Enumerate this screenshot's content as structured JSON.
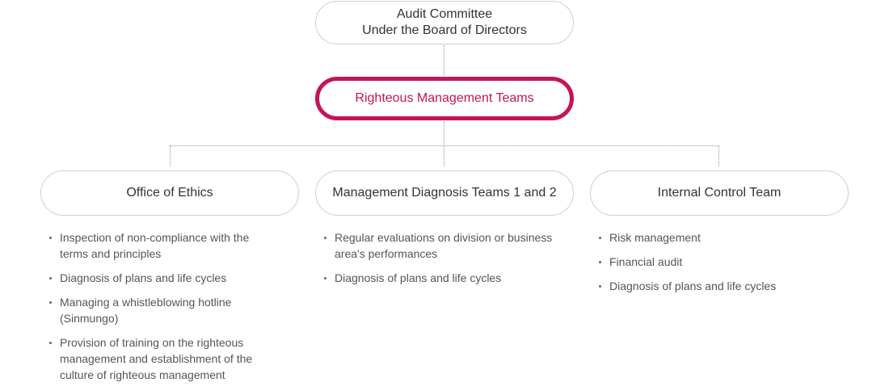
{
  "top": {
    "line1": "Audit Committee",
    "line2": "Under the Board of Directors"
  },
  "center": {
    "label": "Righteous Management Teams",
    "accent_color": "#c4145a"
  },
  "teams": [
    {
      "name": "Office of Ethics",
      "duties": [
        "Inspection of non-compliance with the terms and principles",
        "Diagnosis of plans and life cycles",
        "Managing a whistleblowing hotline (Sinmungo)",
        "Provision of training on the righteous management and establishment of the culture of righteous management"
      ]
    },
    {
      "name": "Management Diagnosis Teams 1 and 2",
      "duties": [
        "Regular evaluations on division or business area's performances",
        "Diagnosis of plans and life cycles"
      ]
    },
    {
      "name": "Internal Control Team",
      "duties": [
        "Risk management",
        "Financial audit",
        "Diagnosis of plans and life cycles"
      ]
    }
  ]
}
